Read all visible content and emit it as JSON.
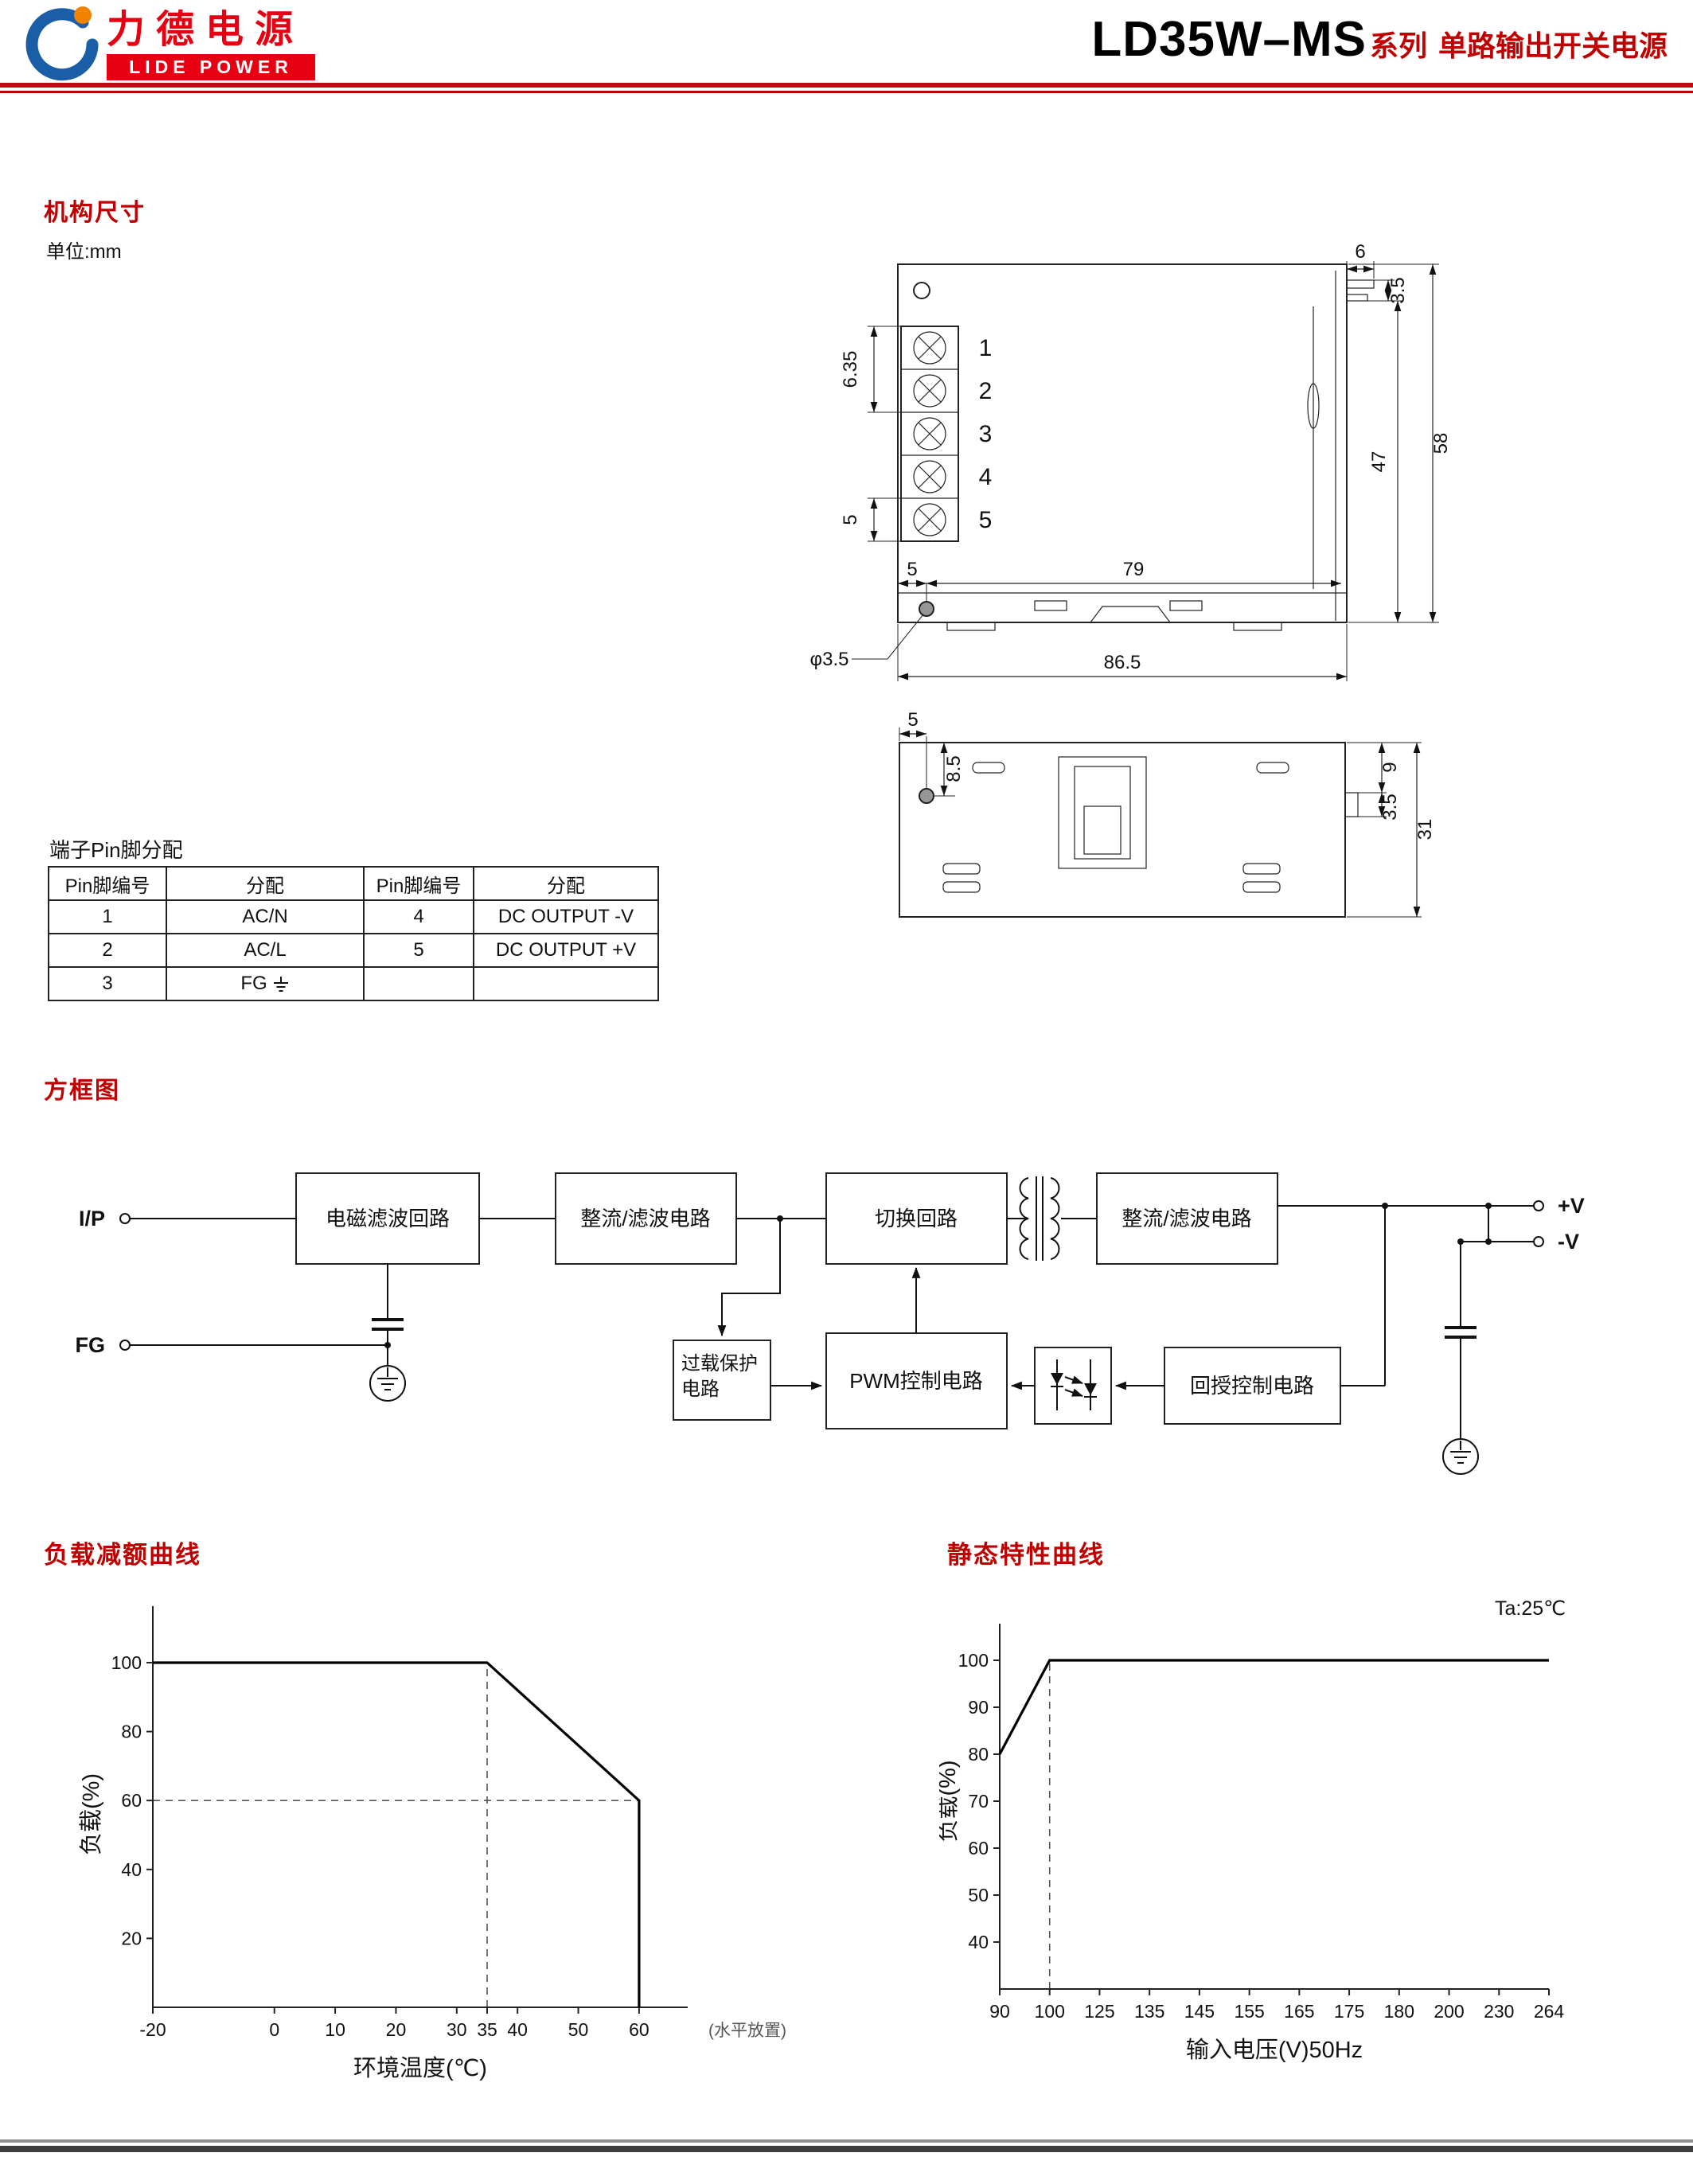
{
  "header": {
    "logo_cn": "力德电源",
    "logo_en": "LIDE POWER",
    "model": "LD35W–MS",
    "series": "系列",
    "subtitle": "单路输出开关电源",
    "accent": "#c00000"
  },
  "mech": {
    "heading": "机构尺寸",
    "unit": "单位:mm",
    "pin_labels": [
      "1",
      "2",
      "3",
      "4",
      "5"
    ],
    "dims": {
      "d6_35": "6.35",
      "d5_pitch": "5",
      "d5_hole": "5",
      "d79": "79",
      "d86_5": "86.5",
      "phi": "φ3.5",
      "d6": "6",
      "d3_5": "3.5",
      "d47": "47",
      "d58": "58",
      "b5": "5",
      "b8_5": "8.5",
      "b9": "9",
      "b3_5": "3.5",
      "b31": "31"
    }
  },
  "pin_table": {
    "title": "端子Pin脚分配",
    "headers": [
      "Pin脚编号",
      "分配",
      "Pin脚编号",
      "分配"
    ],
    "rows": [
      [
        "1",
        "AC/N",
        "4",
        "DC OUTPUT -V"
      ],
      [
        "2",
        "AC/L",
        "5",
        "DC OUTPUT +V"
      ],
      [
        "3",
        "FG",
        "",
        ""
      ]
    ]
  },
  "diagram": {
    "heading": "方框图",
    "input": "I/P",
    "fg": "FG",
    "vpos": "+V",
    "vneg": "-V",
    "boxes": {
      "emi": "电磁滤波回路",
      "rect1": "整流/滤波电路",
      "switch": "切换回路",
      "rect2": "整流/滤波电路",
      "overload_l1": "过载保护",
      "overload_l2": "电路",
      "pwm": "PWM控制电路",
      "feedback": "回授控制电路"
    }
  },
  "chart_data": [
    {
      "type": "line",
      "title": "负载减额曲线",
      "xlabel": "环境温度(℃)",
      "ylabel": "负载(%)",
      "annotation": "(水平放置)",
      "x_ticks": [
        -20,
        0,
        10,
        20,
        30,
        35,
        40,
        50,
        60
      ],
      "y_ticks": [
        20,
        40,
        60,
        80,
        100
      ],
      "xlim": [
        -20,
        68
      ],
      "ylim": [
        0,
        112
      ],
      "points": [
        [
          -20,
          100
        ],
        [
          35,
          100
        ],
        [
          60,
          60
        ],
        [
          60,
          0
        ]
      ],
      "dashed_v": [
        {
          "x": 35,
          "to": 100
        }
      ],
      "dashed_h": [
        {
          "y": 60,
          "to": 60
        }
      ],
      "legend": false,
      "grid": false
    },
    {
      "type": "line",
      "title": "静态特性曲线",
      "note": "Ta:25℃",
      "xlabel": "输入电压(V)50Hz",
      "ylabel": "负载(%)",
      "x_scale": "ordinal",
      "x_ticks": [
        90,
        100,
        125,
        135,
        145,
        155,
        165,
        175,
        180,
        200,
        230,
        264
      ],
      "y_ticks": [
        40,
        50,
        60,
        70,
        80,
        90,
        100
      ],
      "ylim": [
        30,
        110
      ],
      "points": [
        [
          90,
          80
        ],
        [
          100,
          100
        ],
        [
          264,
          100
        ]
      ],
      "dashed_v": [
        {
          "x": 100,
          "to": 100
        }
      ],
      "legend": false,
      "grid": false
    }
  ]
}
